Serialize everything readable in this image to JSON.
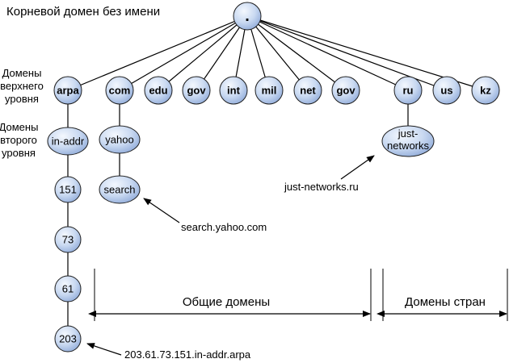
{
  "diagram": {
    "root_caption": "Корневой домен без имени",
    "root_label": ".",
    "level_labels": {
      "top": [
        "Домены",
        "верхнего",
        "уровня"
      ],
      "second": [
        "Домены",
        "второго",
        "уровня"
      ]
    },
    "top_level_domains": [
      "arpa",
      "com",
      "edu",
      "gov",
      "int",
      "mil",
      "net",
      "gov",
      "ru",
      "us",
      "kz"
    ],
    "second_level": {
      "arpa": "in-addr",
      "com": "yahoo",
      "ru": [
        "just-",
        "networks"
      ]
    },
    "deeper": {
      "in_addr_chain": [
        "151",
        "73",
        "61",
        "203"
      ],
      "yahoo_child": "search"
    },
    "annotations": {
      "reverse": "203.61.73.151.in-addr.arpa",
      "yahoo": "search.yahoo.com",
      "justnet": "just-networks.ru"
    },
    "ranges": {
      "generic": "Общие домены",
      "country": "Домены стран"
    },
    "colors": {
      "node_fill_light": "#e9f0fb",
      "node_fill_dark": "#9db6df",
      "node_stroke": "#1d1d1d",
      "line": "#000000"
    }
  }
}
